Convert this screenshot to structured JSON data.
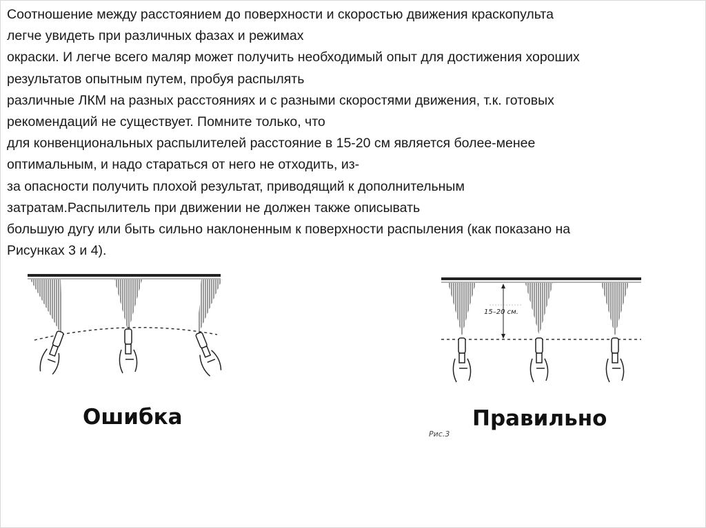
{
  "text": {
    "lines": [
      "Соотношение между расстоянием до  поверхности и скоростью движения краскопульта",
      "легче увидеть при различных фазах и режимах",
      "окраски. И легче всего маляр может получить необходимый опыт для достижения хороших",
      "результатов опытным путем, пробуя распылять",
      "различные ЛКМ на разных расстояниях и с разными скоростями движения, т.к. готовых",
      "рекомендаций не существует. Помните только, что",
      "для конвенциональных распылителей расстояние в 15-20 см является более-менее",
      "оптимальным, и надо стараться от него не отходить, из-",
      "за опасности получить плохой результат, приводящий к дополнительным",
      "затратам.Распылитель при движении не должен также описывать",
      "большую дугу или быть сильно наклоненным к поверхности распыления (как показано на",
      "Рисунках 3 и 4)."
    ]
  },
  "figures": {
    "wrong": {
      "caption": "Ошибка"
    },
    "right": {
      "caption": "Правильно",
      "distance_label": "15–20 см.",
      "figure_number": "Рис.3"
    }
  }
}
